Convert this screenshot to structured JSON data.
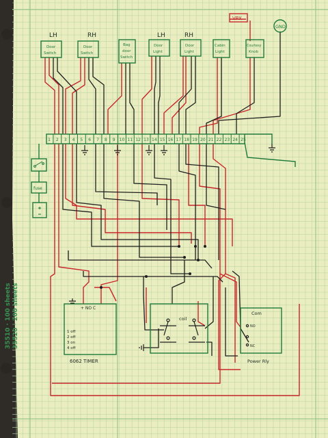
{
  "colors": {
    "paper": "#e9edbf",
    "grid_minor": "#bfd6a8",
    "grid_major": "#8fbf86",
    "ink_red": "#c8262b",
    "ink_black": "#1e1e1e",
    "ink_green": "#1e7a3a",
    "print_green": "#3a8f52"
  },
  "margin_print": {
    "line1": "35510 · 100 sheets",
    "line2": "35520 · 200 sheets"
  },
  "top_labels": {
    "lh_1": "LH",
    "rh_1": "RH",
    "lh_2": "LH",
    "rh_2": "RH"
  },
  "top_components": [
    {
      "id": "lh-door-switch",
      "line1": "Door",
      "line2": "Switch"
    },
    {
      "id": "rh-door-switch",
      "line1": "Door",
      "line2": "Switch"
    },
    {
      "id": "bag-door-switch",
      "line1": "Bag",
      "line2": "door",
      "line3": "Switch"
    },
    {
      "id": "lh-door-light",
      "line1": "Door",
      "line2": "Light"
    },
    {
      "id": "rh-door-light",
      "line1": "Door",
      "line2": "Light"
    },
    {
      "id": "cabin-light",
      "line1": "Cabin",
      "line2": "Light"
    },
    {
      "id": "courtesy-knob",
      "line1": "Courtesy",
      "line2": "Knob"
    }
  ],
  "vpx_label": "VPX",
  "gnd_label": "GND",
  "terminals": [
    "1",
    "2",
    "3",
    "4",
    "5",
    "6",
    "7",
    "8",
    "9",
    "10",
    "11",
    "12",
    "13",
    "14",
    "15",
    "16",
    "17",
    "18",
    "19",
    "20",
    "21",
    "22",
    "23",
    "24",
    "25"
  ],
  "left_components": {
    "fuse_label": "fuse"
  },
  "timer": {
    "title": "6062 TIMER",
    "pins": "+  NO  C",
    "switch_list": [
      "1  off",
      "2  off",
      "3  on",
      "4  off"
    ]
  },
  "coil_label": "coil",
  "power_relay": {
    "title": "Power Rly",
    "com": "Com",
    "no": "NO",
    "nc": "NC"
  }
}
